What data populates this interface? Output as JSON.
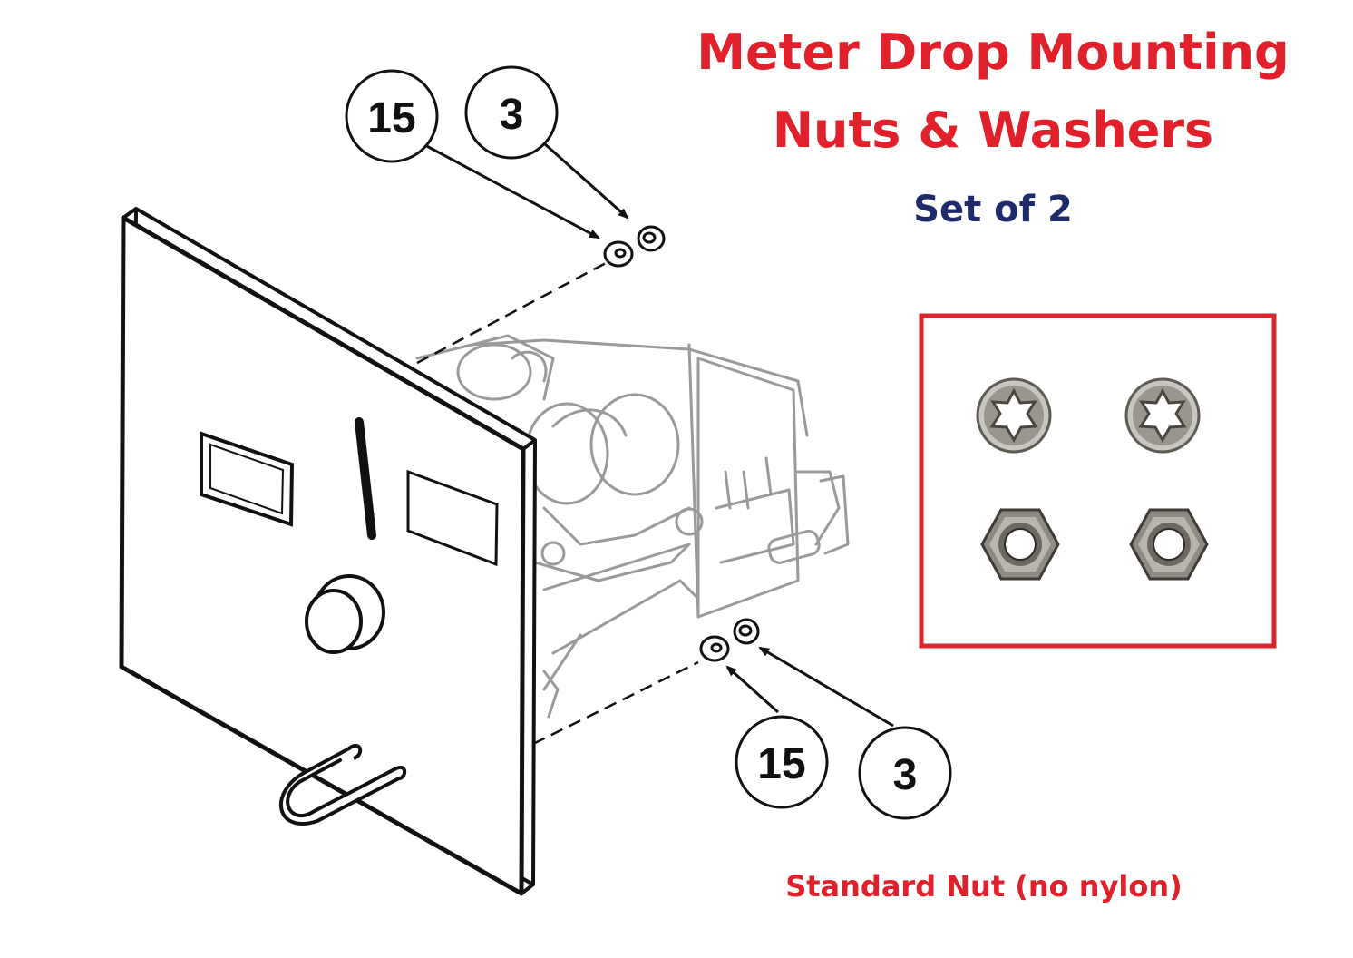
{
  "title": {
    "line1": "Meter Drop Mounting",
    "line2": "Nuts & Washers"
  },
  "subtitle": "Set of 2",
  "footnote": "Standard Nut (no nylon)",
  "callouts": {
    "top_washer": "15",
    "top_nut": "3",
    "bottom_washer": "15",
    "bottom_nut": "3"
  },
  "colors": {
    "title": "#e0202a",
    "subtitle": "#1f2a6b",
    "footnote": "#e0202a",
    "photo_frame": "#d9262e",
    "line_art": "#111111"
  }
}
